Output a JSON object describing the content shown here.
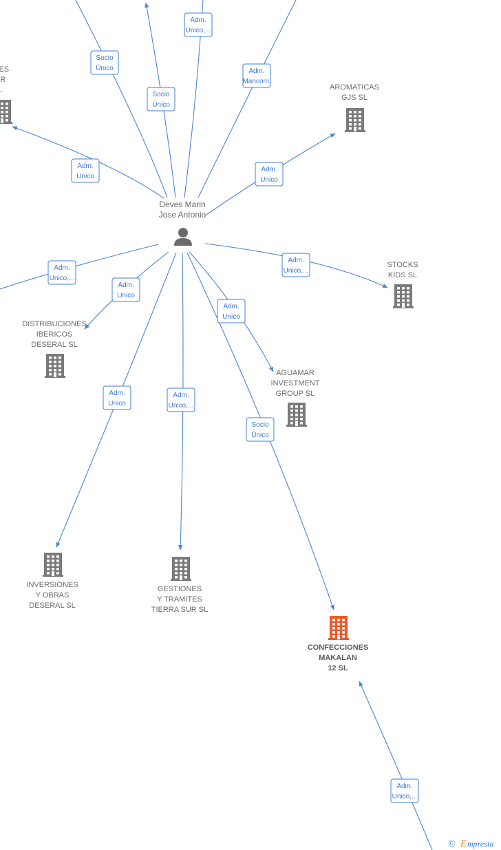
{
  "colors": {
    "edge": "#4a84d6",
    "building": "#7a7a7a",
    "building_main": "#f05a28",
    "person": "#6a6a6a",
    "brand": "#e8891e"
  },
  "person": {
    "name": [
      "Deves Marin",
      "Jose Antonio"
    ],
    "icon": "person-icon"
  },
  "companies": [
    {
      "id": "partial-left",
      "lines": [
        "IONES",
        "MAR",
        "SL"
      ],
      "main": false
    },
    {
      "id": "aromaticas",
      "lines": [
        "AROMATICAS",
        "GJS SL"
      ],
      "main": false
    },
    {
      "id": "stocks",
      "lines": [
        "STOCKS",
        "KIDS SL"
      ],
      "main": false
    },
    {
      "id": "distribuciones",
      "lines": [
        "DISTRIBUCIONES",
        "IBERICOS",
        "DESERAL SL"
      ],
      "main": false
    },
    {
      "id": "aguamar",
      "lines": [
        "AGUAMAR",
        "INVESTMENT",
        "GROUP SL"
      ],
      "main": false
    },
    {
      "id": "inversiones",
      "lines": [
        "INVERSIONES",
        "Y OBRAS",
        "DESERAL SL"
      ],
      "main": false
    },
    {
      "id": "gestiones",
      "lines": [
        "GESTIONES",
        "Y TRAMITES",
        "TIERRA SUR SL"
      ],
      "main": false
    },
    {
      "id": "confecciones",
      "lines": [
        "CONFECCIONES",
        "MAKALAN",
        "12 SL"
      ],
      "main": true
    }
  ],
  "relations": [
    {
      "id": "r1",
      "lines": [
        "Socio",
        "Único"
      ]
    },
    {
      "id": "r2",
      "lines": [
        "Socio",
        "Único"
      ]
    },
    {
      "id": "r3",
      "lines": [
        "Adm.",
        "Unico,..."
      ]
    },
    {
      "id": "r4",
      "lines": [
        "Adm.",
        "Mancom."
      ]
    },
    {
      "id": "r5",
      "lines": [
        "Adm.",
        "Unico"
      ]
    },
    {
      "id": "r6",
      "lines": [
        "Adm.",
        "Unico"
      ]
    },
    {
      "id": "r7",
      "lines": [
        "Adm.",
        "Unico,..."
      ]
    },
    {
      "id": "r8",
      "lines": [
        "Adm.",
        "Unico,..."
      ]
    },
    {
      "id": "r9",
      "lines": [
        "Adm.",
        "Unico"
      ]
    },
    {
      "id": "r10",
      "lines": [
        "Adm.",
        "Unico"
      ]
    },
    {
      "id": "r11",
      "lines": [
        "Adm.",
        "Unico"
      ]
    },
    {
      "id": "r12",
      "lines": [
        "Adm.",
        "Unico,..."
      ]
    },
    {
      "id": "r13",
      "lines": [
        "Socio",
        "Único"
      ]
    },
    {
      "id": "r14",
      "lines": [
        "Adm.",
        "Unico,..."
      ]
    }
  ],
  "watermark": {
    "symbol": "©",
    "brand_initial": "E",
    "brand_rest": "mpresia"
  }
}
